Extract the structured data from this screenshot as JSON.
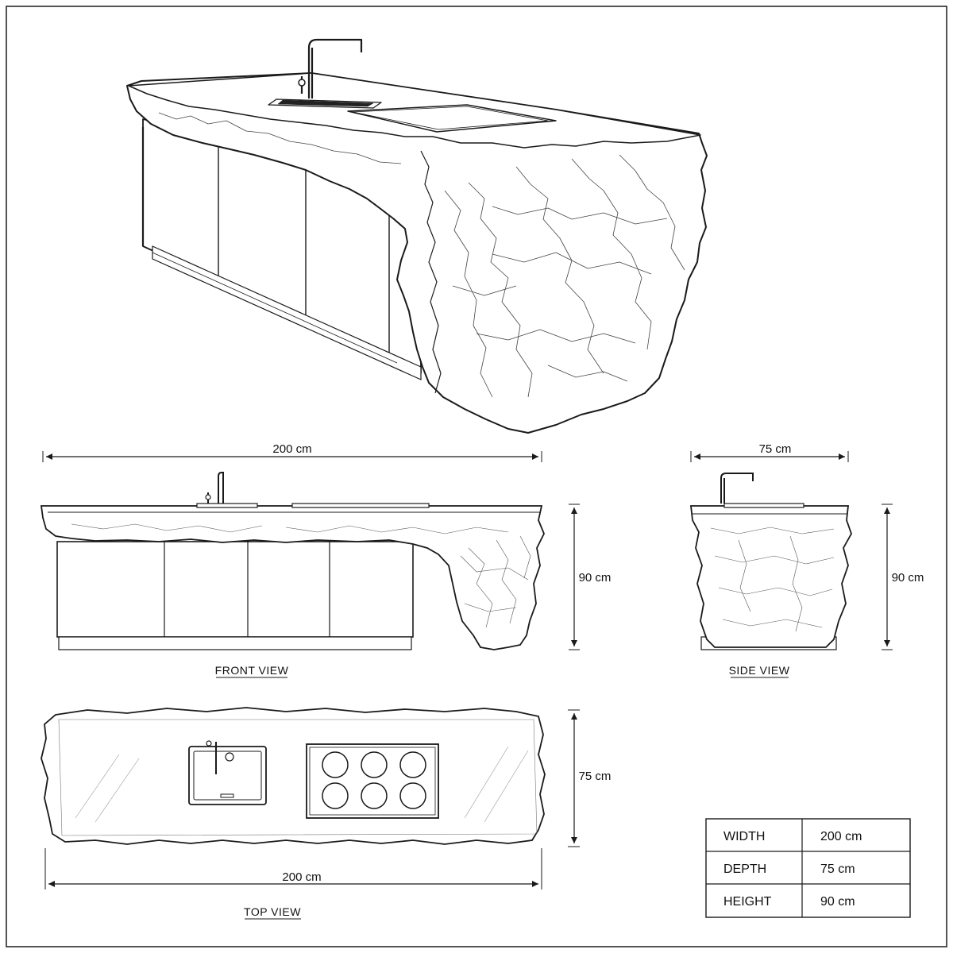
{
  "drawing": {
    "front_view": {
      "title": "FRONT VIEW",
      "width_dim": "200 cm",
      "height_dim": "90 cm"
    },
    "side_view": {
      "title": "SIDE VIEW",
      "depth_dim": "75 cm",
      "height_dim": "90 cm"
    },
    "top_view": {
      "title": "TOP VIEW",
      "width_dim": "200 cm",
      "depth_dim": "75 cm"
    },
    "spec_table": {
      "rows": [
        {
          "label": "WIDTH",
          "value": "200 cm"
        },
        {
          "label": "DEPTH",
          "value": "75 cm"
        },
        {
          "label": "HEIGHT",
          "value": "90 cm"
        }
      ]
    },
    "colors": {
      "line": "#1a1a1a",
      "paper": "#ffffff",
      "shade": "#555555"
    }
  }
}
